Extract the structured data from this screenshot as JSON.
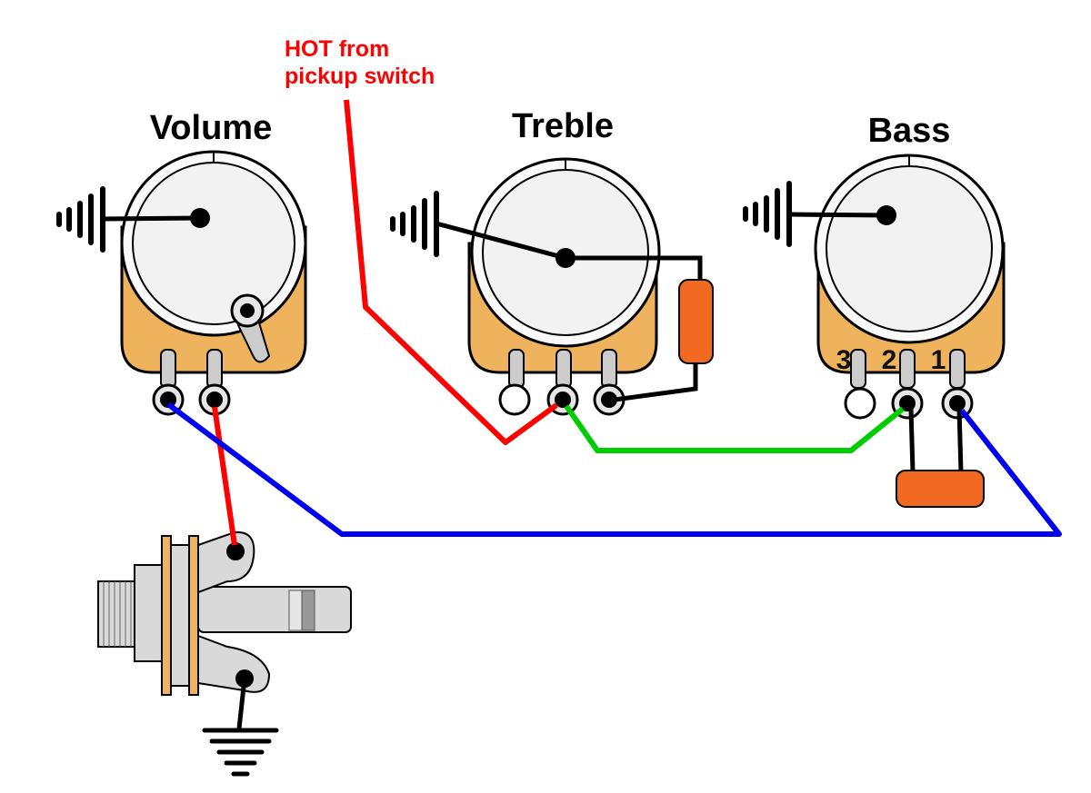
{
  "annotation": {
    "hot_line1": "HOT from",
    "hot_line2": "pickup switch"
  },
  "pots": [
    {
      "id": "volume",
      "title": "Volume"
    },
    {
      "id": "treble",
      "title": "Treble"
    },
    {
      "id": "bass",
      "title": "Bass",
      "lug_numbers": [
        "3",
        "2",
        "1"
      ]
    }
  ],
  "wire_colors": {
    "hot": "#ff0000",
    "ground": "#0000ee",
    "link": "#00cc00",
    "lead": "#000000"
  },
  "part_colors": {
    "pot_body": "#eeb35c",
    "pot_face": "#f2f2f2",
    "capacitor": "#f26a22",
    "jack_metal": "#d9d9d9"
  }
}
